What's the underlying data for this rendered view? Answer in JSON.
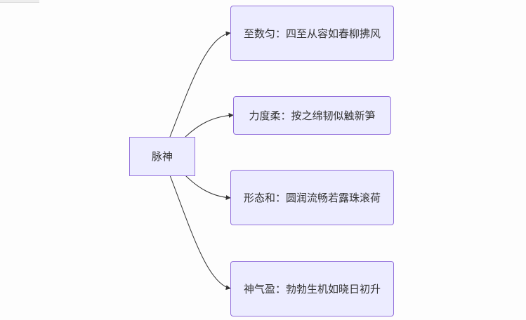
{
  "diagram": {
    "root": {
      "label": "脉神"
    },
    "children": [
      {
        "label": "至数匀：四至从容如春柳拂风"
      },
      {
        "label": "力度柔：按之绵韧似触新笋"
      },
      {
        "label": "形态和：圆润流畅若露珠滚荷"
      },
      {
        "label": "神气盈：勃勃生机如晓日初升"
      }
    ]
  },
  "colors": {
    "node_fill": "#ececff",
    "node_border": "#9370db",
    "edge": "#333333",
    "text": "#333333",
    "background": "#fdfdfd"
  }
}
